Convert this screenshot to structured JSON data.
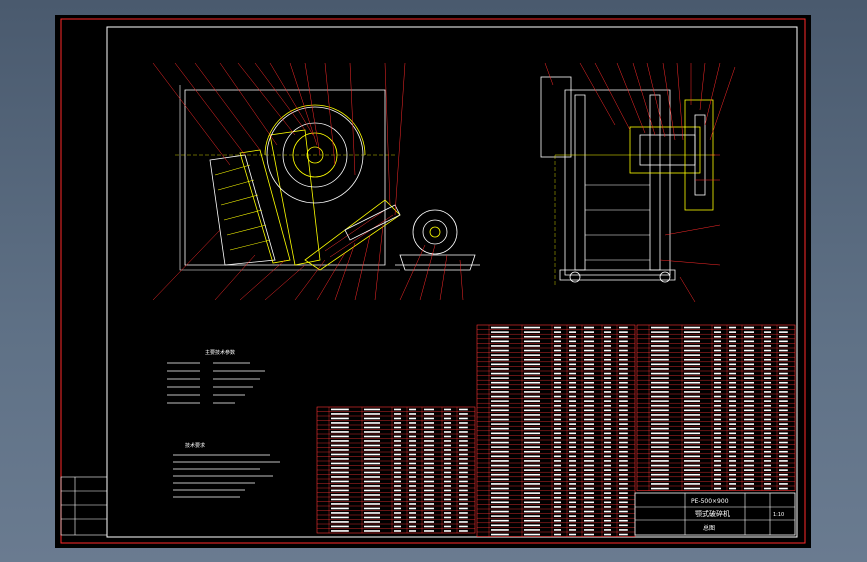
{
  "drawing": {
    "model": "PE-500×900",
    "name": "颚式破碎机",
    "view": "总图",
    "ratio": "1:10",
    "colors": {
      "background": "#000000",
      "frame": "#ff2a2a",
      "outline": "#ffffff",
      "accent": "#ffff00",
      "table_line": "#ff3333",
      "table_text": "#ffffff"
    }
  },
  "spec_title": "主要技术参数",
  "notes_title": "技术要求",
  "views": {
    "front": "jaw-crusher-front-elevation",
    "side": "jaw-crusher-side-elevation"
  }
}
